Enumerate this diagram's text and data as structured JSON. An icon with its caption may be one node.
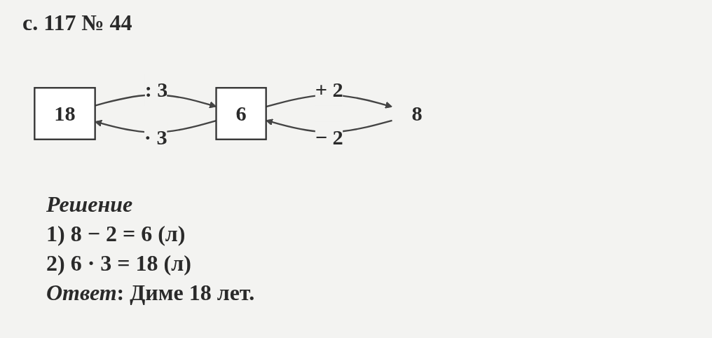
{
  "diagram": {
    "title": "с. 117 № 44",
    "nodes": [
      {
        "text": [
          "18"
        ]
      },
      {
        "text": [
          "6"
        ]
      },
      {
        "text": [
          "8"
        ]
      }
    ],
    "edges": [
      {
        "from": 0,
        "to": 1,
        "arrow": "to",
        "label": ": 3"
      },
      {
        "from": 1,
        "to": 0,
        "arrow": "to",
        "label": "· 3"
      },
      {
        "from": 1,
        "to": 2,
        "arrow": "to",
        "label": "+ 2"
      },
      {
        "from": 2,
        "to": 1,
        "arrow": "to",
        "label": "− 2"
      }
    ],
    "labels": [
      "Решение",
      "1) 8 − 2 = 6 (л)",
      "2) 6 · 3 = 18 (л)",
      "*Ответ*: Диме 18 лет."
    ]
  }
}
